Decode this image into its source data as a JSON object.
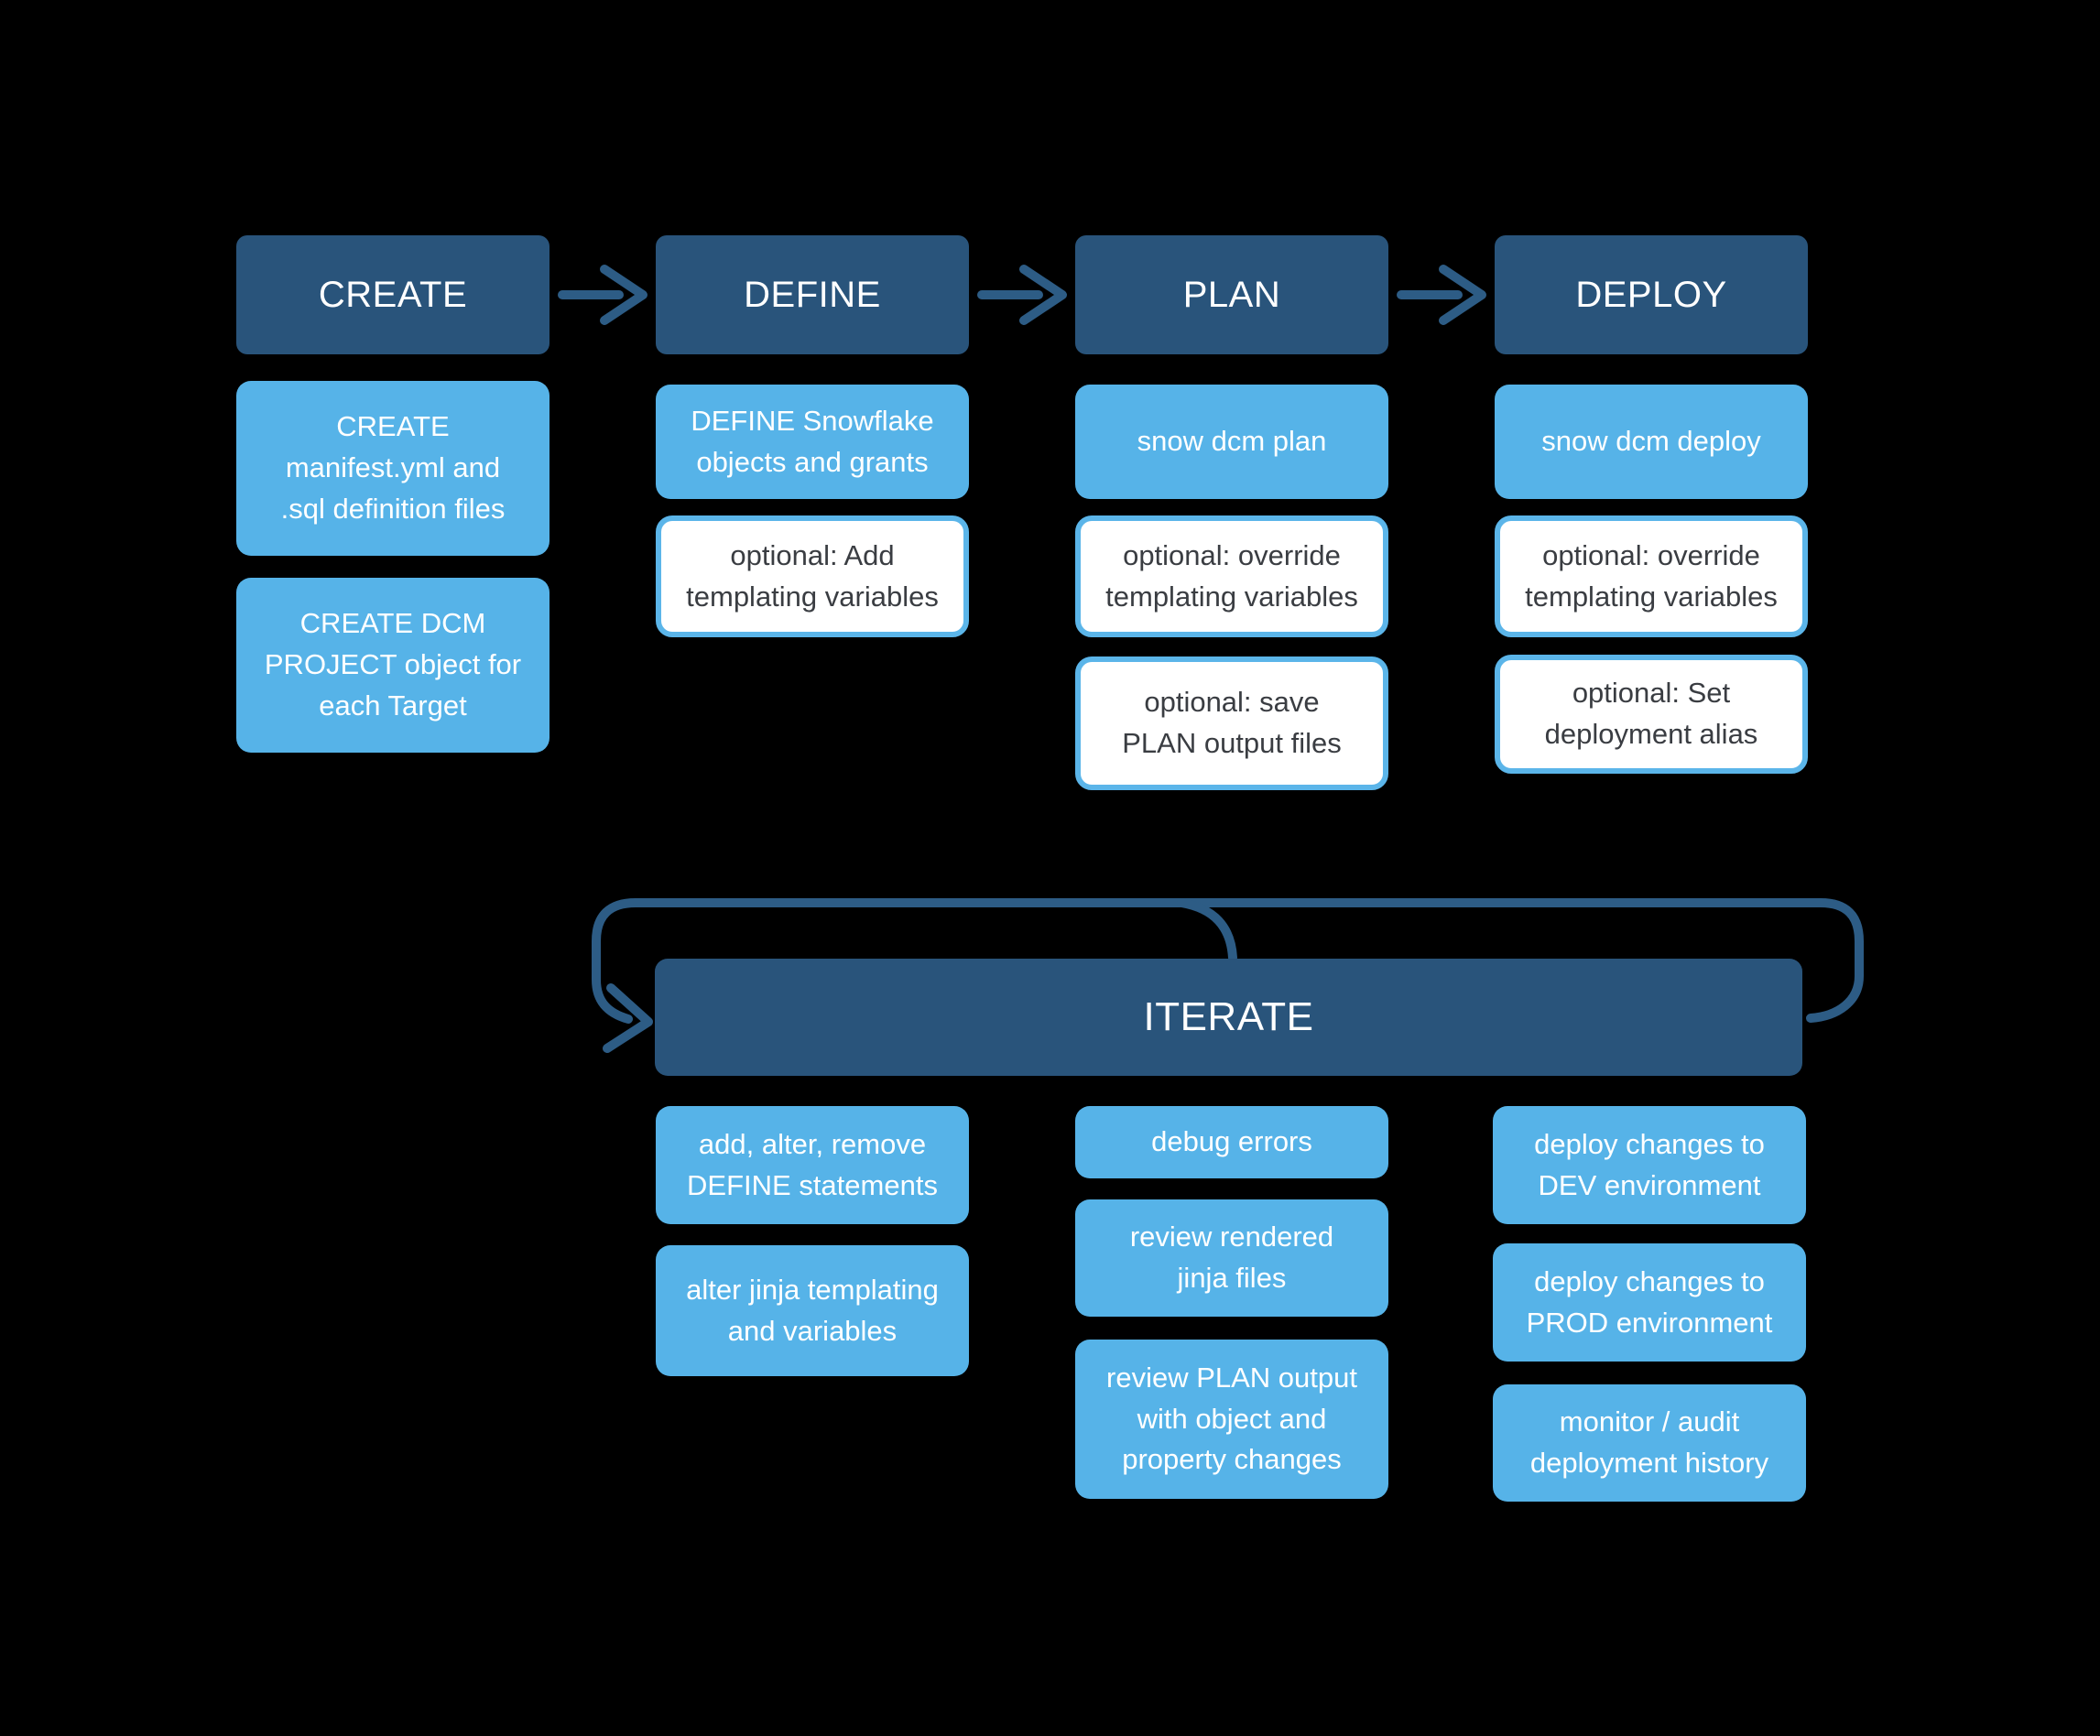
{
  "colors": {
    "background": "#000000",
    "stage_fill": "#29547B",
    "step_fill": "#56B3E8",
    "optional_fill": "#FFFFFF",
    "optional_border": "#5BB5E9",
    "optional_text": "#3A3D42",
    "light_text": "#FFFFFF",
    "connector": "#2D5C85"
  },
  "stages": [
    {
      "title": "CREATE",
      "steps": [
        {
          "kind": "solid",
          "label": "CREATE\nmanifest.yml and\n.sql definition files"
        },
        {
          "kind": "solid",
          "label": "CREATE DCM\nPROJECT object for\neach Target"
        }
      ]
    },
    {
      "title": "DEFINE",
      "steps": [
        {
          "kind": "solid",
          "label": "DEFINE Snowflake\nobjects and grants"
        },
        {
          "kind": "optional",
          "label": "optional: Add\ntemplating variables"
        }
      ]
    },
    {
      "title": "PLAN",
      "steps": [
        {
          "kind": "solid",
          "label": "snow dcm plan"
        },
        {
          "kind": "optional",
          "label": "optional: override\ntemplating variables"
        },
        {
          "kind": "optional",
          "label": "optional: save\nPLAN output files"
        }
      ]
    },
    {
      "title": "DEPLOY",
      "steps": [
        {
          "kind": "solid",
          "label": "snow dcm deploy"
        },
        {
          "kind": "optional",
          "label": "optional: override\ntemplating variables"
        },
        {
          "kind": "optional",
          "label": "optional: Set\ndeployment alias"
        }
      ]
    }
  ],
  "iterate": {
    "title": "ITERATE",
    "columns": [
      {
        "items": [
          {
            "label": "add, alter, remove\nDEFINE statements"
          },
          {
            "label": "alter jinja templating\nand variables"
          }
        ]
      },
      {
        "items": [
          {
            "label": "debug errors"
          },
          {
            "label": "review rendered\njinja files"
          },
          {
            "label": "review PLAN output\nwith object and\nproperty changes"
          }
        ]
      },
      {
        "items": [
          {
            "label": "deploy changes to\nDEV environment"
          },
          {
            "label": "deploy changes to\nPROD environment"
          },
          {
            "label": "monitor / audit\ndeployment history"
          }
        ]
      }
    ]
  }
}
